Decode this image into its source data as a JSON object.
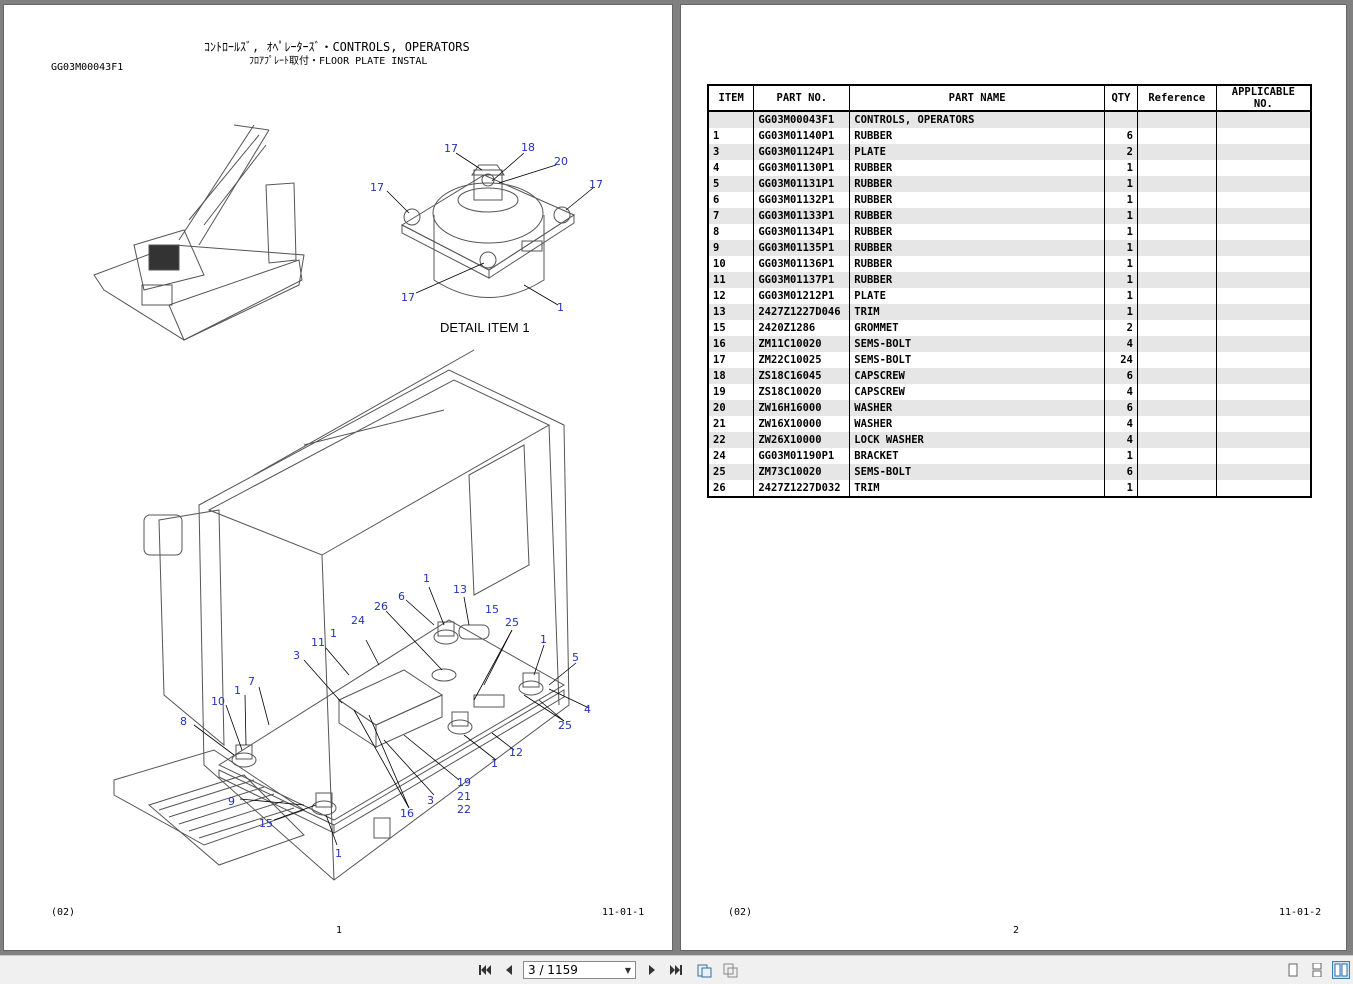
{
  "left_page": {
    "title_line1": "ｺﾝﾄﾛｰﾙｽﾞ, ｵﾍﾟﾚｰﾀｰｽﾞ・CONTROLS, OPERATORS",
    "title_line2": "ﾌﾛｱﾌﾟﾚｰﾄ取付・FLOOR PLATE INSTAL",
    "drawing_code": "GG03M00043F1",
    "detail_label": "DETAIL ITEM 1",
    "footer_left": "(02)",
    "footer_right": "11-01-1",
    "page_number": "1",
    "callouts": {
      "d17a": "17",
      "d18": "18",
      "d20": "20",
      "d17b": "17",
      "d17c": "17",
      "d17d": "17",
      "d1": "1",
      "m1a": "1",
      "m13": "13",
      "m6": "6",
      "m26": "26",
      "m15a": "15",
      "m24": "24",
      "m25a": "25",
      "m11": "11",
      "m1b": "1",
      "m1c": "1",
      "m3a": "3",
      "m5": "5",
      "m7": "7",
      "m4": "4",
      "m10": "10",
      "m1d": "1",
      "m25b": "25",
      "m8": "8",
      "m12": "12",
      "m1e": "1",
      "m9": "9",
      "m19": "19",
      "m21": "21",
      "m3b": "3",
      "m22": "22",
      "m15b": "15",
      "m16": "16",
      "m1f": "1"
    }
  },
  "right_page": {
    "footer_left": "(02)",
    "footer_right": "11-01-2",
    "page_number": "2",
    "columns": [
      "ITEM",
      "PART NO.",
      "PART NAME",
      "QTY",
      "Reference",
      "APPLICABLE NO."
    ],
    "rows": [
      {
        "item": "",
        "part_no": "GG03M00043F1",
        "name": "CONTROLS, OPERATORS",
        "qty": "",
        "ref": "",
        "app": ""
      },
      {
        "item": "1",
        "part_no": "GG03M01140P1",
        "name": "RUBBER",
        "qty": "6",
        "ref": "",
        "app": ""
      },
      {
        "item": "3",
        "part_no": "GG03M01124P1",
        "name": "PLATE",
        "qty": "2",
        "ref": "",
        "app": ""
      },
      {
        "item": "4",
        "part_no": "GG03M01130P1",
        "name": "RUBBER",
        "qty": "1",
        "ref": "",
        "app": ""
      },
      {
        "item": "5",
        "part_no": "GG03M01131P1",
        "name": "RUBBER",
        "qty": "1",
        "ref": "",
        "app": ""
      },
      {
        "item": "6",
        "part_no": "GG03M01132P1",
        "name": "RUBBER",
        "qty": "1",
        "ref": "",
        "app": ""
      },
      {
        "item": "7",
        "part_no": "GG03M01133P1",
        "name": "RUBBER",
        "qty": "1",
        "ref": "",
        "app": ""
      },
      {
        "item": "8",
        "part_no": "GG03M01134P1",
        "name": "RUBBER",
        "qty": "1",
        "ref": "",
        "app": ""
      },
      {
        "item": "9",
        "part_no": "GG03M01135P1",
        "name": "RUBBER",
        "qty": "1",
        "ref": "",
        "app": ""
      },
      {
        "item": "10",
        "part_no": "GG03M01136P1",
        "name": "RUBBER",
        "qty": "1",
        "ref": "",
        "app": ""
      },
      {
        "item": "11",
        "part_no": "GG03M01137P1",
        "name": "RUBBER",
        "qty": "1",
        "ref": "",
        "app": ""
      },
      {
        "item": "12",
        "part_no": "GG03M01212P1",
        "name": "PLATE",
        "qty": "1",
        "ref": "",
        "app": ""
      },
      {
        "item": "13",
        "part_no": "2427Z1227D046",
        "name": "TRIM",
        "qty": "1",
        "ref": "",
        "app": ""
      },
      {
        "item": "15",
        "part_no": "2420Z1286",
        "name": "GROMMET",
        "qty": "2",
        "ref": "",
        "app": ""
      },
      {
        "item": "16",
        "part_no": "ZM11C10020",
        "name": "SEMS-BOLT",
        "qty": "4",
        "ref": "",
        "app": ""
      },
      {
        "item": "17",
        "part_no": "ZM22C10025",
        "name": "SEMS-BOLT",
        "qty": "24",
        "ref": "",
        "app": ""
      },
      {
        "item": "18",
        "part_no": "ZS18C16045",
        "name": "CAPSCREW",
        "qty": "6",
        "ref": "",
        "app": ""
      },
      {
        "item": "19",
        "part_no": "ZS18C10020",
        "name": "CAPSCREW",
        "qty": "4",
        "ref": "",
        "app": ""
      },
      {
        "item": "20",
        "part_no": "ZW16H16000",
        "name": "WASHER",
        "qty": "6",
        "ref": "",
        "app": ""
      },
      {
        "item": "21",
        "part_no": "ZW16X10000",
        "name": "WASHER",
        "qty": "4",
        "ref": "",
        "app": ""
      },
      {
        "item": "22",
        "part_no": "ZW26X10000",
        "name": "LOCK WASHER",
        "qty": "4",
        "ref": "",
        "app": ""
      },
      {
        "item": "24",
        "part_no": "GG03M01190P1",
        "name": "BRACKET",
        "qty": "1",
        "ref": "",
        "app": ""
      },
      {
        "item": "25",
        "part_no": "ZM73C10020",
        "name": "SEMS-BOLT",
        "qty": "6",
        "ref": "",
        "app": ""
      },
      {
        "item": "26",
        "part_no": "2427Z1227D032",
        "name": "TRIM",
        "qty": "1",
        "ref": "",
        "app": ""
      }
    ]
  },
  "toolbar": {
    "page_indicator": "3 / 1159",
    "icons": [
      "first-page-icon",
      "prev-page-icon",
      "next-page-icon",
      "last-page-icon",
      "rotate-icon",
      "fit-icon",
      "single-page-icon",
      "continuous-icon",
      "two-page-icon"
    ]
  },
  "colors": {
    "background": "#808080",
    "callout": "#2233bb",
    "row_stripe": "#e6e6e6"
  }
}
